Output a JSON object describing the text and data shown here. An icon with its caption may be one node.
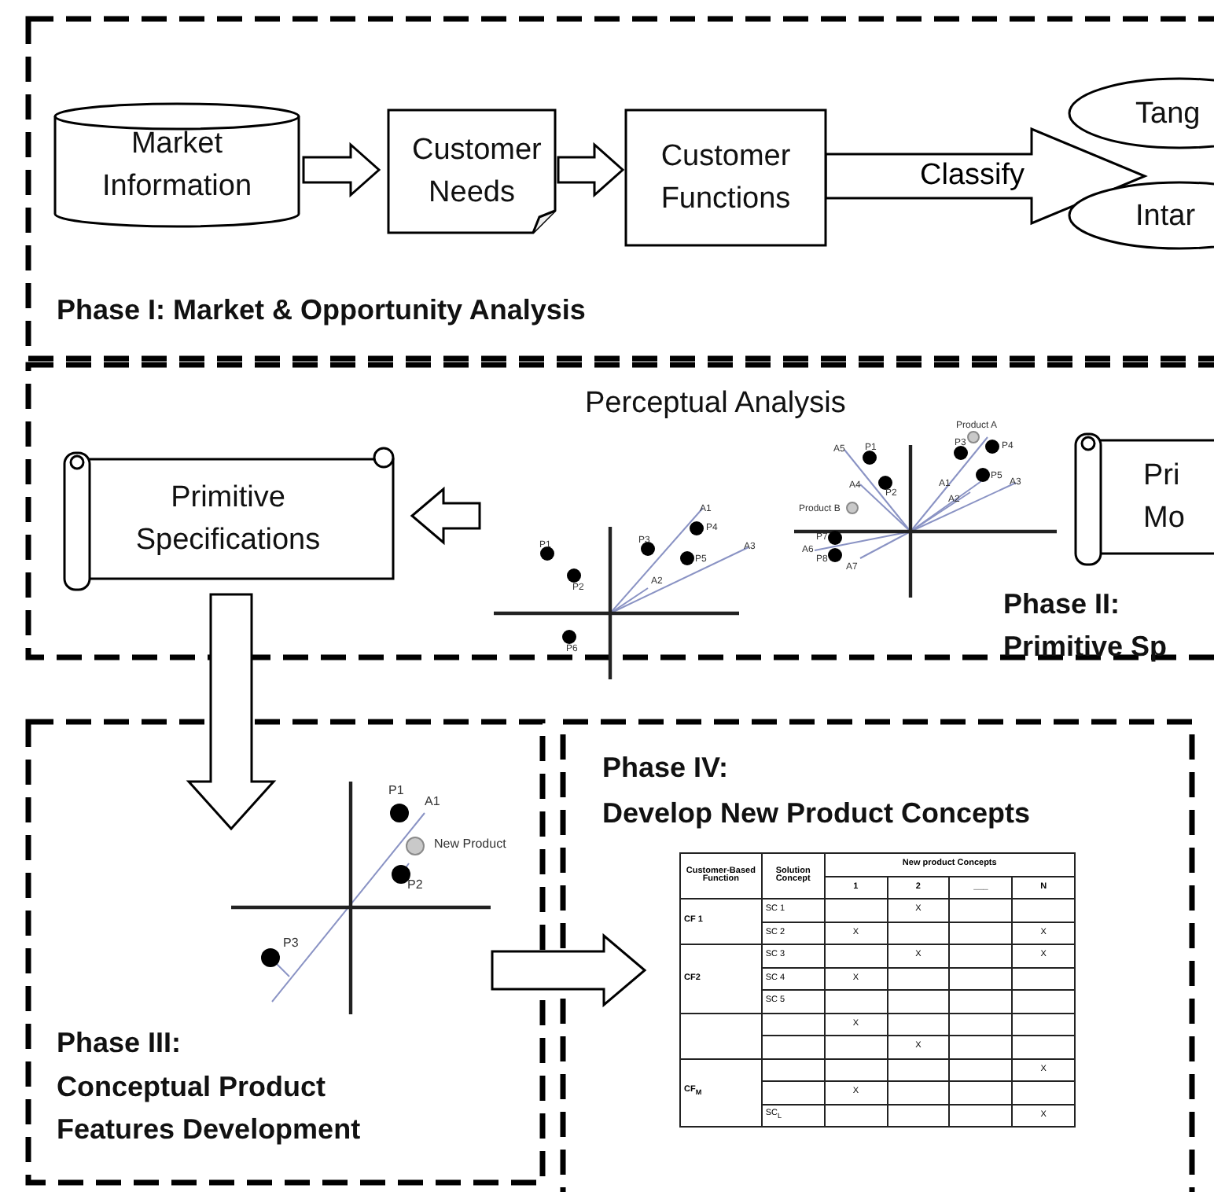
{
  "diagram": {
    "nodes": [
      {
        "text": [
          "Phase I: Market & Opportunity Analysis"
        ]
      },
      {
        "text": [
          "Market Information"
        ],
        "in": 0
      },
      {
        "text": [
          "Customer Needs"
        ],
        "in": 0
      },
      {
        "text": [
          "Customer Functions"
        ],
        "in": 0
      },
      {
        "text": [
          "Tang"
        ],
        "in": 0
      },
      {
        "text": [
          "Intar"
        ],
        "in": 0
      },
      {
        "text": [
          "Phase II:",
          "Primitive Sp"
        ]
      },
      {
        "text": [
          "Primitive Specifications"
        ],
        "in": 6
      },
      {
        "text": [
          "Pri Mo"
        ],
        "in": 6
      },
      {
        "text": [
          "Phase III:",
          "Conceptual Product Features Development"
        ]
      },
      {
        "text": [
          "Phase IV:",
          "Develop New Product Concepts"
        ]
      }
    ],
    "edges": [
      {
        "from": 1,
        "to": 2,
        "arrow": "to"
      },
      {
        "from": 2,
        "to": 3,
        "arrow": "to"
      },
      {
        "from": 3,
        "to": 4,
        "arrow": "to",
        "label": "Classify"
      },
      {
        "from": 3,
        "to": 5,
        "arrow": "to"
      },
      {
        "from": null,
        "to": 7,
        "arrow": "to"
      },
      {
        "from": 7,
        "to": 9,
        "arrow": "to"
      },
      {
        "from": 9,
        "to": 10,
        "arrow": "to"
      }
    ],
    "labels": [
      "Perceptual Analysis",
      "P1",
      "P2",
      "P3",
      "A1",
      "P4",
      "A3",
      "P5",
      "A2",
      "P6",
      "Product A",
      "A5",
      "P1",
      "P3",
      "P4",
      "A4",
      "P2",
      "A1",
      "P5",
      "A3",
      "A2",
      "Product B",
      "P7",
      "A6",
      "A7",
      "P8",
      "P1",
      "A1",
      "New Product",
      "P2",
      "P3",
      "Customer-Based Function",
      "Solution Concept",
      "New product Concepts",
      "1",
      "2",
      "___",
      "N",
      "CF 1",
      "SC 1",
      "X",
      "SC 2",
      "X",
      "X",
      "CF2",
      "SC 3",
      "X",
      "X",
      "SC 4",
      "X",
      "SC 5",
      "X",
      "X",
      "CF$_{M}$",
      "X",
      "X",
      "SC$_{L}$",
      "X"
    ]
  }
}
